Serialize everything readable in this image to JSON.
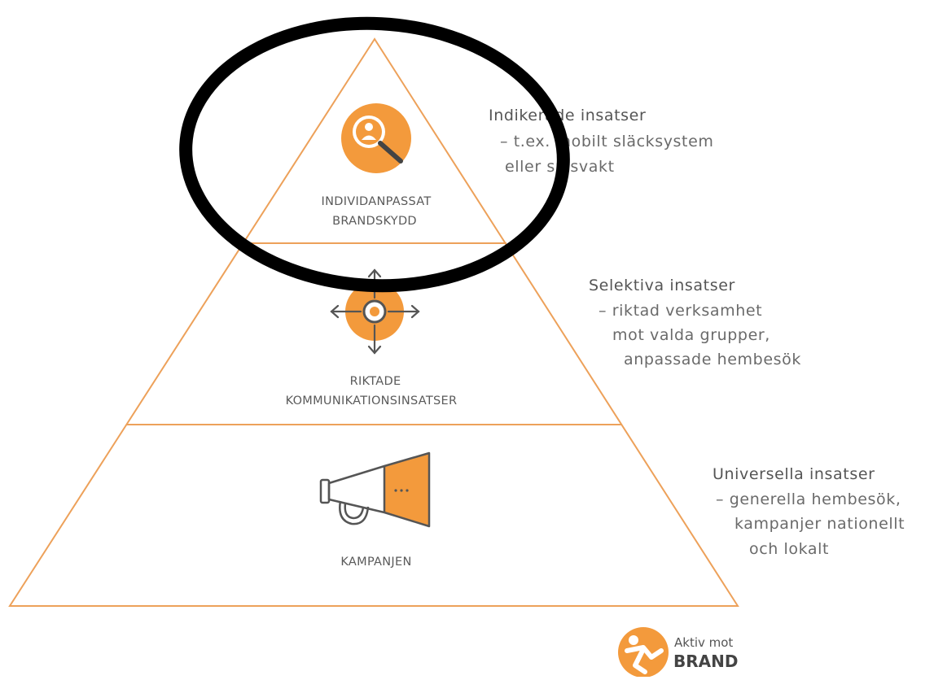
{
  "colors": {
    "accent": "#f39a3c",
    "pyramid_line": "#eda15a",
    "icon_stroke": "#555555",
    "annotation_ring": "#000000",
    "text": "#5a5a5a"
  },
  "tiers": {
    "top": {
      "label_line1": "INDIVIDANPASSAT",
      "label_line2": "BRANDSKYDD",
      "icon": "person-magnifier-icon",
      "side_heading": "Indikerade insatser",
      "side_line1": "– t.ex. mobilt släcksystem",
      "side_line2": "eller spisvakt"
    },
    "middle": {
      "label_line1": "RIKTADE",
      "label_line2": "KOMMUNIKATIONSINSATSER",
      "icon": "target-arrows-icon",
      "side_heading": "Selektiva insatser",
      "side_line1": "– riktad verksamhet",
      "side_line2": "mot valda grupper,",
      "side_line3": "anpassade hembesök"
    },
    "bottom": {
      "label_line1": "KAMPANJEN",
      "icon": "megaphone-icon",
      "side_heading": "Universella insatser",
      "side_line1": "– generella hembesök,",
      "side_line2": "kampanjer nationellt",
      "side_line3": "och lokalt"
    }
  },
  "logo": {
    "line1": "Aktiv mot",
    "line2": "BRAND",
    "icon": "running-person-logo-icon"
  }
}
